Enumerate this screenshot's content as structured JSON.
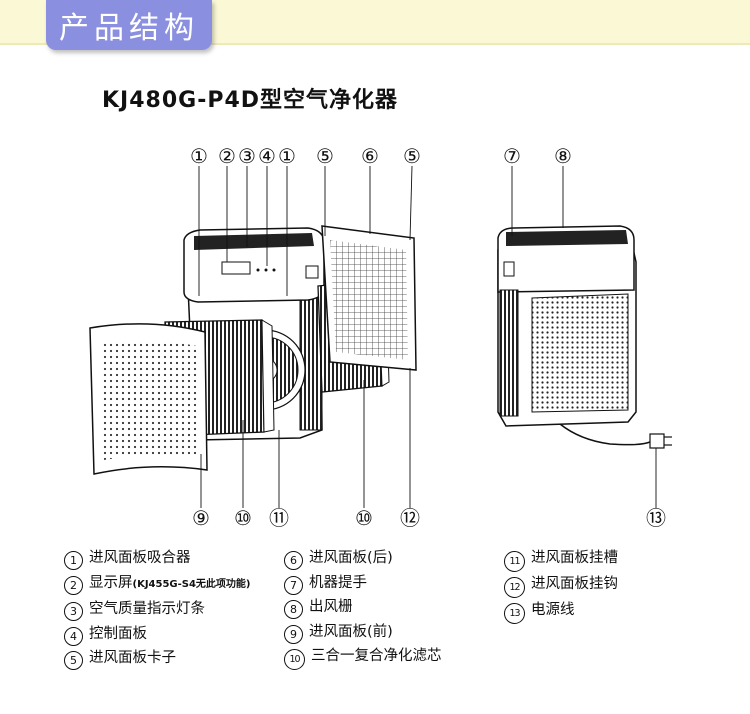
{
  "header": {
    "title": "产品结构"
  },
  "diagram": {
    "title": "KJ480G-P4D型空气净化器",
    "callouts_top": [
      "①",
      "②",
      "③",
      "④",
      "①",
      "⑤",
      "⑥",
      "⑤",
      "⑦",
      "⑧"
    ],
    "callouts_bottom": [
      "⑨",
      "⑩",
      "⑪",
      "⑩",
      "⑫",
      "⑬"
    ]
  },
  "legend": {
    "col1": [
      {
        "num": "1",
        "text": "进风面板吸合器"
      },
      {
        "num": "2",
        "text": "显示屏",
        "note": "(KJ455G-S4无此项功能)"
      },
      {
        "num": "3",
        "text": "空气质量指示灯条"
      },
      {
        "num": "4",
        "text": "控制面板"
      },
      {
        "num": "5",
        "text": "进风面板卡子"
      }
    ],
    "col2": [
      {
        "num": "6",
        "text": "进风面板(后)"
      },
      {
        "num": "7",
        "text": "机器提手"
      },
      {
        "num": "8",
        "text": "出风栅"
      },
      {
        "num": "9",
        "text": "进风面板(前)"
      },
      {
        "num": "10",
        "text": "三合一复合净化滤芯"
      }
    ],
    "col3": [
      {
        "num": "11",
        "text": "进风面板挂槽"
      },
      {
        "num": "12",
        "text": "进风面板挂钩"
      },
      {
        "num": "13",
        "text": "电源线"
      }
    ]
  }
}
